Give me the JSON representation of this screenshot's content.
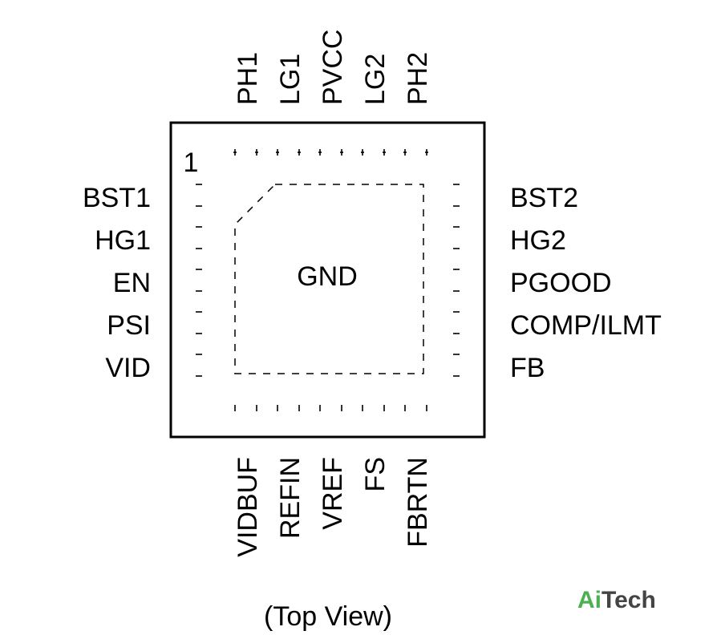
{
  "package": {
    "pin1_marker": "1",
    "center_pad_label": "GND",
    "caption": "(Top View)"
  },
  "pins": {
    "top": [
      "PH1",
      "LG1",
      "PVCC",
      "LG2",
      "PH2"
    ],
    "left": [
      "BST1",
      "HG1",
      "EN",
      "PSI",
      "VID"
    ],
    "right": [
      "BST2",
      "HG2",
      "PGOOD",
      "COMP/ILMT",
      "FB"
    ],
    "bottom": [
      "VIDBUF",
      "REFIN",
      "VREF",
      "FS",
      "FBRTN"
    ]
  },
  "logo": {
    "part1": "Ai",
    "part2": "Tech",
    "colors": {
      "part1": "#4caf50",
      "part2": "#444444"
    }
  },
  "colors": {
    "outline": "#000000",
    "text": "#000000"
  }
}
